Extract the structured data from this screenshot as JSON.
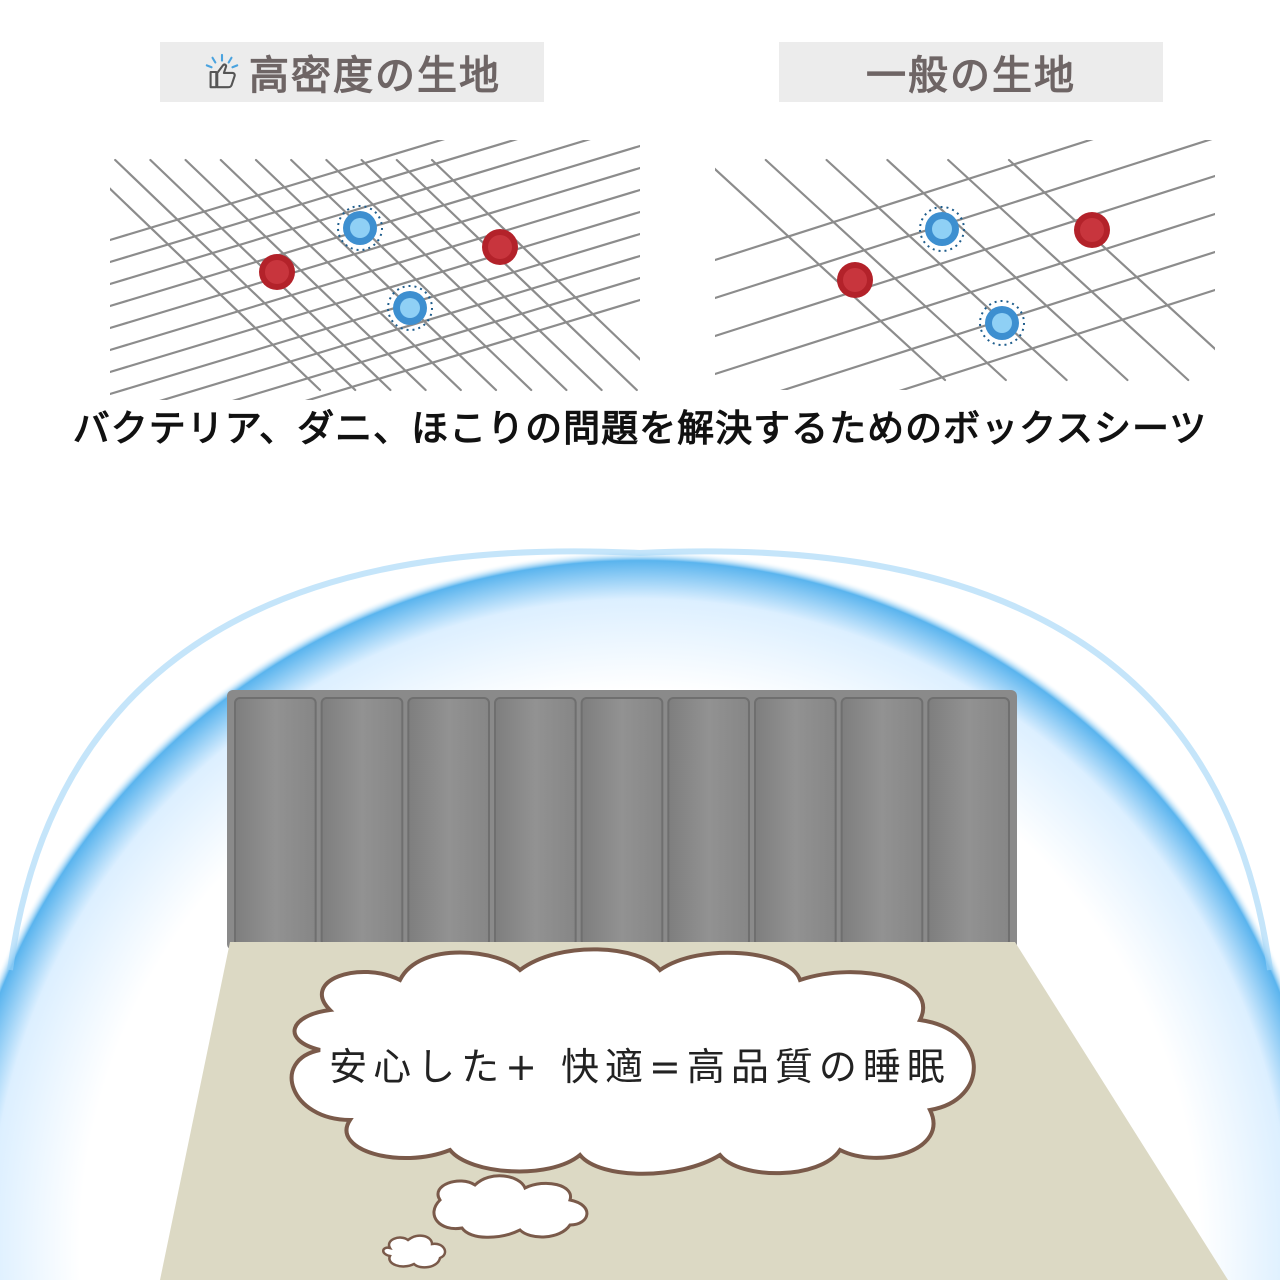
{
  "comparison": {
    "left_label": "高密度の生地",
    "right_label": "一般の生地"
  },
  "headline": "バクテリア、ダニ、ほこりの問題を解決するためのボックスシーツ",
  "tagline": "安心した+ 快適=高品質の睡眠",
  "icons": {
    "left_label_icon": "thumbs-up-icon",
    "microbes": [
      "rod-bacteria-icon",
      "red-bacteria-icon",
      "blue-bacteria-chain-icon",
      "purple-virus-icon",
      "green-germ-monster-icon",
      "yellow-pollen-icon",
      "rod-bacteria-icon",
      "dust-mite-icon"
    ]
  },
  "colors": {
    "label_bg": "#ececec",
    "label_text": "#6e6565",
    "mesh_line": "#8c8c8c",
    "red_bacteria": "#b3222a",
    "blue_virus": "#3d8fd0",
    "dome_edge": "#5ab4ee",
    "headboard": "#8b8b8b",
    "sheet": "#dcd9c4",
    "cloud_outline": "#7a5a4a"
  }
}
